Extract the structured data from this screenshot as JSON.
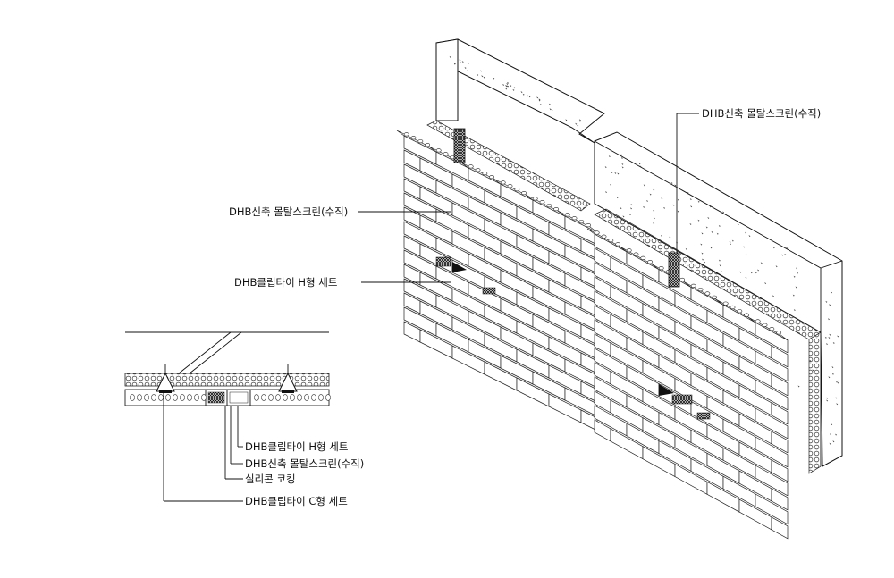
{
  "labels": {
    "right_screen": "DHB신축 몰탈스크린(수직)",
    "left_screen": "DHB신축 몰탈스크린(수직)",
    "left_clip_h": "DHB클립타이 H형 세트",
    "detail_clip_h": "DHB클립타이 H형 세트",
    "detail_screen": "DHB신축 몰탈스크린(수직)",
    "detail_caulking": "실리콘 코킹",
    "detail_clip_c": "DHB클립타이 C형 세트"
  }
}
